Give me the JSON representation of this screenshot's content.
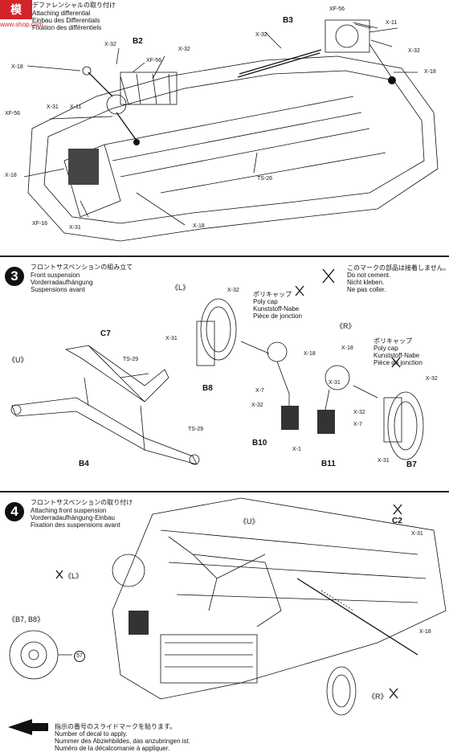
{
  "watermark": {
    "brand": "www.shop.com",
    "logo_glyphs": "模"
  },
  "section3": {
    "step": "3",
    "title_jp": "フロントサスペンションの組み立て",
    "title_en": "Front suspension",
    "title_de": "Vorderradaufhängung",
    "title_fr": "Suspensions avant",
    "note_jp": "このマークの部品は接着しません。",
    "note_en": "Do not cement.",
    "note_de": "Nicht kleben.",
    "note_fr": "Ne pas coller.",
    "label_L": "《L》",
    "label_R": "《R》",
    "label_U": "《U》",
    "polycap_left": {
      "jp": "ポリキャップ",
      "en": "Poly cap",
      "de": "Kunststoff-Nabe",
      "fr": "Pièce de jonction"
    },
    "polycap_right": {
      "jp": "ポリキャップ",
      "en": "Poly cap",
      "de": "Kunststoff-Nabe",
      "fr": "Pièce de jonction"
    },
    "parts": {
      "c7": "C7",
      "b4": "B4",
      "b8": "B8",
      "b10": "B10",
      "b11": "B11",
      "b7": "B7",
      "ts29a": "TS-29",
      "ts29b": "TS-29",
      "x32a": "X-32",
      "x31a": "X-31",
      "x18a": "X-18",
      "x7a": "X-7",
      "x32b": "X-32",
      "x1": "X-1",
      "x18b": "X-18",
      "x31b": "X-31",
      "x32c": "X-32",
      "x7b": "X-7",
      "x32d": "X-32",
      "x31c": "X-31"
    }
  },
  "section2": {
    "title_jp": "デファレンシャルの取り付け",
    "title_en": "Attaching differential",
    "title_de": "Einbau des Differentials",
    "title_fr": "Fixation des différentiels",
    "parts": {
      "b2": "B2",
      "b3": "B3",
      "xf56a": "XF-56",
      "xf56b": "XF-56",
      "xf56c": "XF-56",
      "xf16": "XF-16",
      "x11a": "X-11",
      "x11b": "X-11",
      "x32a": "X-32",
      "x32b": "X-32",
      "x32c": "X-32",
      "x32d": "X-32",
      "x18a": "X-18",
      "x18b": "X-18",
      "x18c": "X-18",
      "x18d": "X-18",
      "x31a": "X-31",
      "x31b": "X-31",
      "ts26": "TS-26"
    }
  },
  "section4": {
    "step": "4",
    "title_jp": "フロントサスペンションの取り付け",
    "title_en": "Attaching front suspension",
    "title_de": "Vorderradaufhängung-Einbau",
    "title_fr": "Fixation des suspensions avant",
    "label_U": "《U》",
    "label_L": "《L》",
    "label_R": "《R》",
    "label_B7B8": "《B7, B8》",
    "decal_no": "57",
    "decal_jp": "指示の番号のスライドマークを貼ります。",
    "decal_en": "Number of decal to apply.",
    "decal_de": "Nummer des Abziehbildes, das anzubringen ist.",
    "decal_fr": "Numéro de la décalcomanie à appliquer.",
    "parts": {
      "c2": "C2",
      "x31": "X-31",
      "x18": "X-18"
    }
  },
  "colors": {
    "ink": "#111111",
    "paper": "#ffffff",
    "watermark_red": "#d2232a"
  }
}
